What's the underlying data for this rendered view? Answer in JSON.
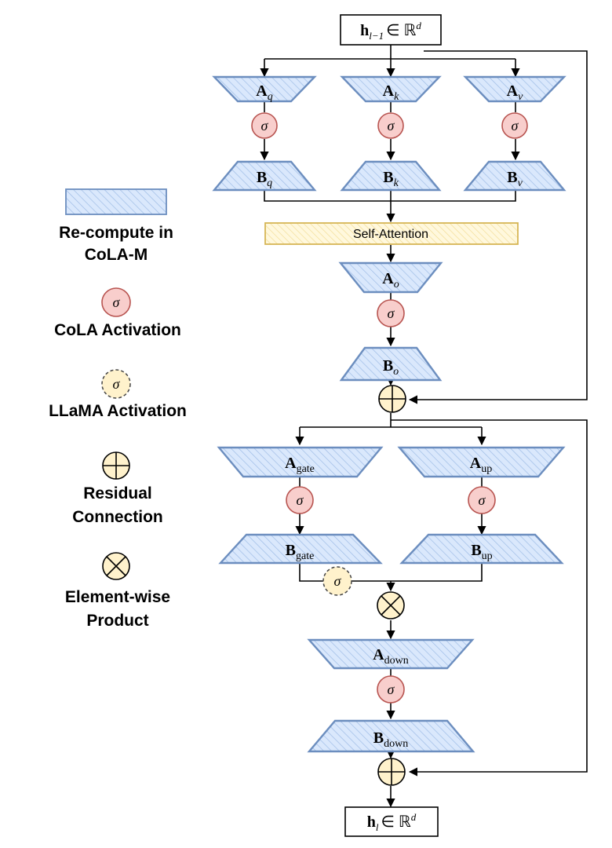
{
  "input_node": {
    "vec": "h",
    "sub": "l−1",
    "rel": "∈ ℝ",
    "sup": "d"
  },
  "output_node": {
    "vec": "h",
    "sub": "l",
    "rel": "∈ ℝ",
    "sup": "d"
  },
  "attention": {
    "projections": [
      {
        "a_letter": "A",
        "a_sub": "q",
        "b_letter": "B",
        "b_sub": "q"
      },
      {
        "a_letter": "A",
        "a_sub": "k",
        "b_letter": "B",
        "b_sub": "k"
      },
      {
        "a_letter": "A",
        "a_sub": "v",
        "b_letter": "B",
        "b_sub": "v"
      }
    ],
    "self_attention_label": "Self-Attention",
    "output_proj": {
      "a_letter": "A",
      "a_sub": "o",
      "b_letter": "B",
      "b_sub": "o"
    }
  },
  "mlp": {
    "gate": {
      "a_letter": "A",
      "a_sub": "gate",
      "b_letter": "B",
      "b_sub": "gate"
    },
    "up": {
      "a_letter": "A",
      "a_sub": "up",
      "b_letter": "B",
      "b_sub": "up"
    },
    "down": {
      "a_letter": "A",
      "a_sub": "down",
      "b_letter": "B",
      "b_sub": "down"
    }
  },
  "sigma_symbol": "σ",
  "legend": {
    "recompute_lines": [
      "Re-compute in",
      "CoLA-M"
    ],
    "cola_activation": "CoLA Activation",
    "llama_activation": "LLaMA Activation",
    "residual_lines": [
      "Residual",
      "Connection"
    ],
    "elementwise_lines": [
      "Element-wise",
      "Product"
    ]
  },
  "colors": {
    "block_fill": "#dae8fc",
    "block_stroke": "#6c8ebf",
    "cola_fill": "#f8cecc",
    "cola_stroke": "#b85450",
    "llama_fill": "#fff2cc",
    "llama_stroke": "#444444",
    "attn_fill": "#fff2cc",
    "attn_stroke": "#d6b656",
    "residual_fill": "#fff2cc",
    "line": "#000000"
  }
}
